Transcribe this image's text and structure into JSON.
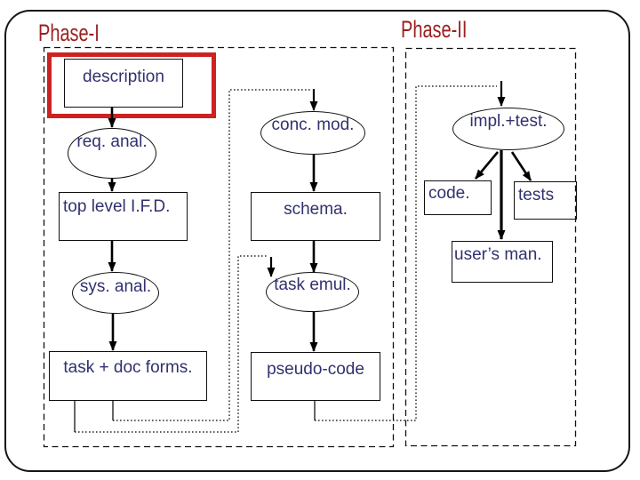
{
  "slide": {
    "phases": [
      {
        "id": "phase1",
        "title": "Phase-I"
      },
      {
        "id": "phase2",
        "title": "Phase-II"
      }
    ],
    "nodes": {
      "description": "description",
      "req_anal": "req. anal.",
      "top_level_ifd": "top level I.F.D.",
      "sys_anal": "sys. anal.",
      "task_doc_forms": "task + doc forms.",
      "conc_mod": "conc. mod.",
      "schema": "schema.",
      "task_emul": "task emul.",
      "pseudo_code": "pseudo-code",
      "impl_test": "impl.+test.",
      "code": "code.",
      "tests": "tests",
      "users_man": "user’s man."
    },
    "colors": {
      "title_text": "#9b1f1f",
      "node_text": "#31316f",
      "highlight_border": "#cc2222",
      "line": "#000000",
      "background": "#ffffff"
    }
  }
}
